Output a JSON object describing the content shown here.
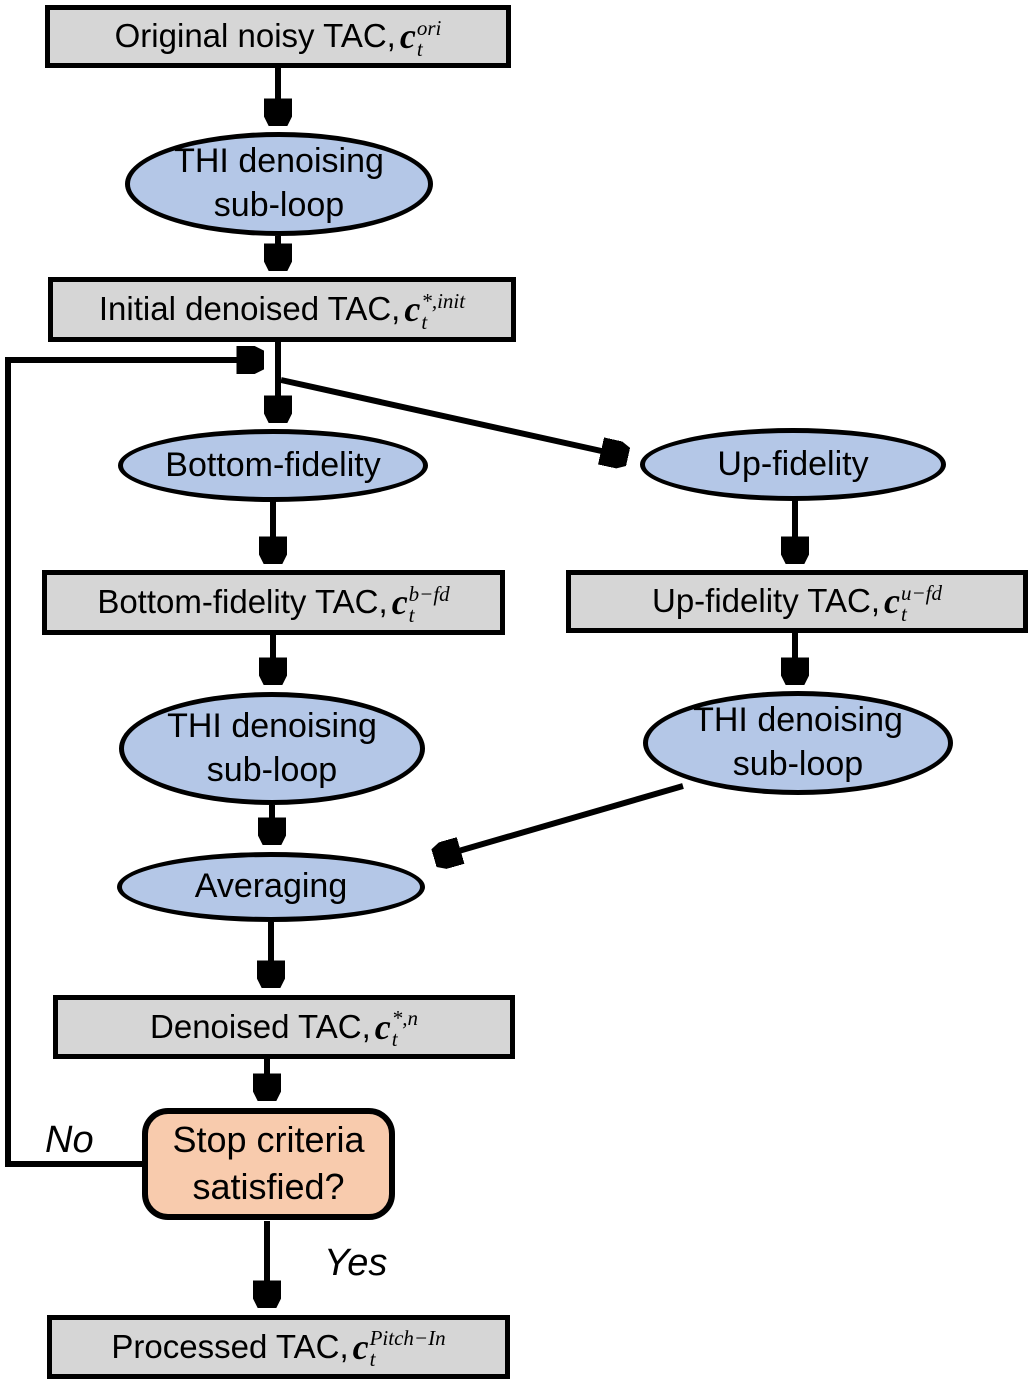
{
  "colors": {
    "box_fill": "#d6d6d6",
    "ellipse_fill": "#b4c7e7",
    "decision_fill": "#f8cbad",
    "stroke": "#000000"
  },
  "nodes": {
    "original": {
      "text": "Original noisy TAC, ",
      "var": "c",
      "sub": "t",
      "sup": "ori"
    },
    "thi1": {
      "line1": "THI denoising",
      "line2": "sub-loop"
    },
    "initial": {
      "text": "Initial denoised TAC,",
      "var": "c",
      "sub": "t",
      "sup": "*,init"
    },
    "bottom_fidelity": {
      "text": "Bottom-fidelity"
    },
    "up_fidelity": {
      "text": "Up-fidelity"
    },
    "bottom_tac": {
      "text": "Bottom-fidelity TAC,",
      "var": "c",
      "sub": "t",
      "sup": "b−fd"
    },
    "up_tac": {
      "text": "Up-fidelity TAC,",
      "var": "c",
      "sub": "t",
      "sup": "u−fd"
    },
    "thi2": {
      "line1": "THI denoising",
      "line2": "sub-loop"
    },
    "thi3": {
      "line1": "THI denoising",
      "line2": "sub-loop"
    },
    "averaging": {
      "text": "Averaging"
    },
    "denoised": {
      "text": "Denoised TAC,",
      "var": "c",
      "sub": "t",
      "sup": "*,n"
    },
    "stop": {
      "line1": "Stop criteria",
      "line2": "satisfied?"
    },
    "processed": {
      "text": "Processed TAC,",
      "var": "c",
      "sub": "t",
      "sup": "Pitch−In"
    }
  },
  "edge_labels": {
    "no": "No",
    "yes": "Yes"
  }
}
